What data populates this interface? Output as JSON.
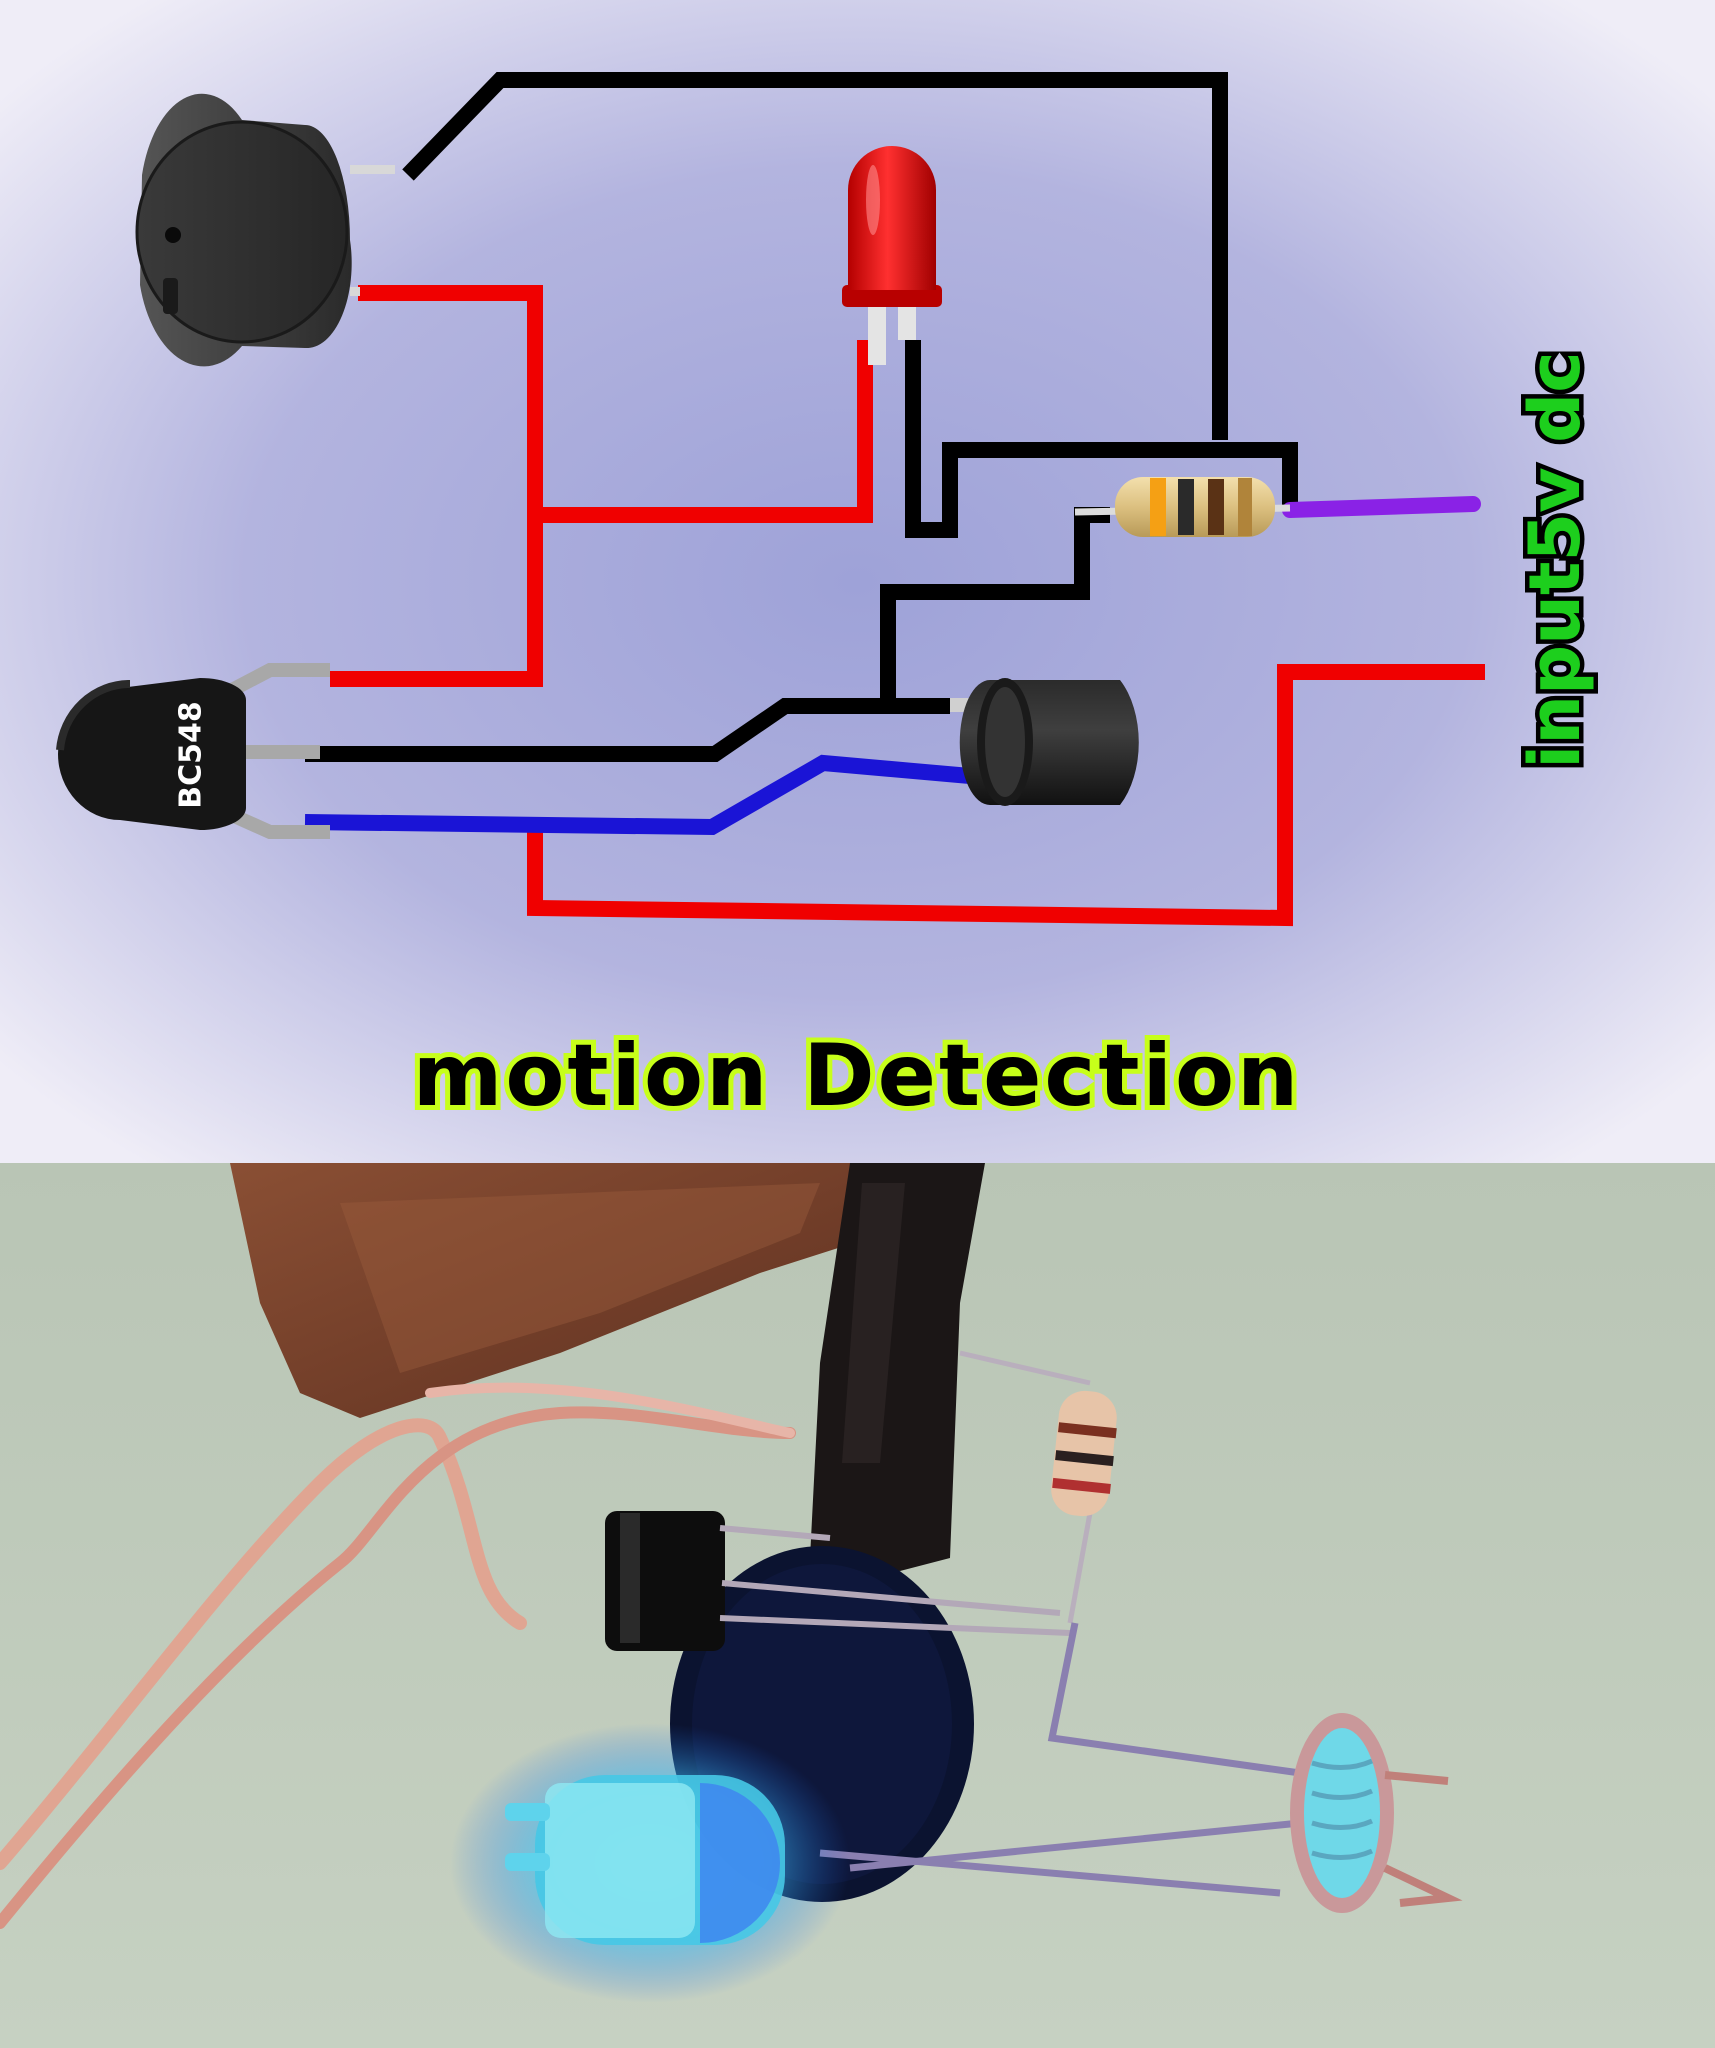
{
  "diagram": {
    "title": "motion Detection",
    "input_label": "input5v dc",
    "transistor_label": "BC548",
    "colors": {
      "background_center": "#9fa2d6",
      "background_edge": "#eceaf6",
      "wire_black": "#000000",
      "wire_red": "#f00000",
      "wire_blue": "#1a14d6",
      "wire_purple": "#8a22e6",
      "title_fill": "#000000",
      "title_glow": "#c7ff1a",
      "input_fill": "#1dcf1d"
    },
    "components": [
      {
        "name": "buzzer",
        "icon": "buzzer-icon"
      },
      {
        "name": "red-led",
        "icon": "led-icon"
      },
      {
        "name": "resistor",
        "icon": "resistor-icon"
      },
      {
        "name": "transistor",
        "icon": "transistor-icon"
      },
      {
        "name": "photodiode",
        "icon": "ir-sensor-icon"
      }
    ]
  },
  "photo": {
    "subject": "assembled motion detection circuit",
    "icon": "photo-icon"
  }
}
